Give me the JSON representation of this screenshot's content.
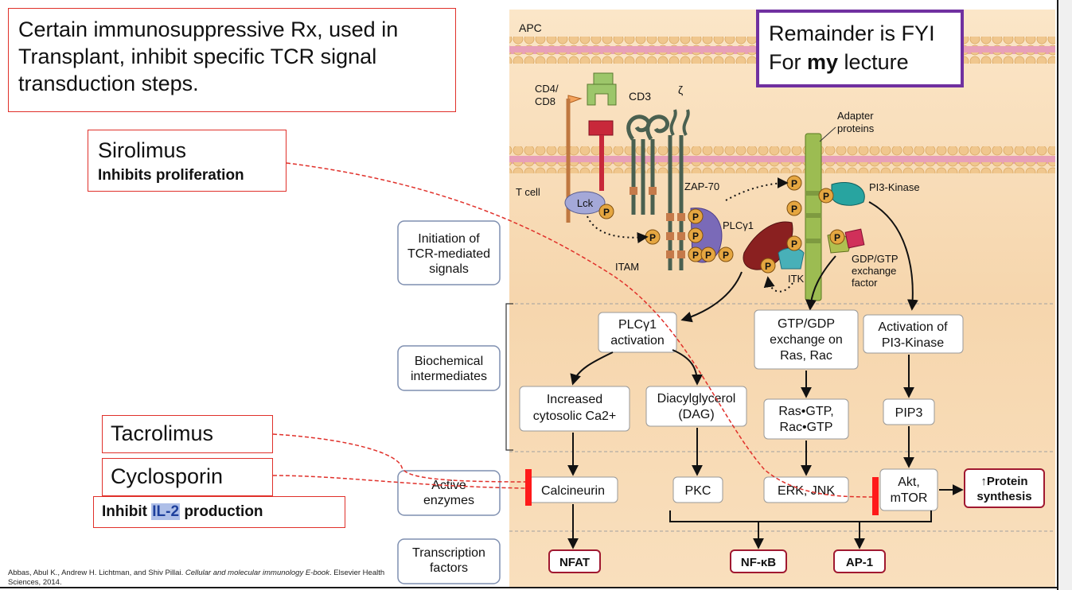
{
  "title_box": {
    "lines": [
      "Certain immunosuppressive Rx, used in",
      "Transplant, inhibit specific TCR signal",
      "transduction steps."
    ]
  },
  "fyi_box": {
    "line1": "Remainder is FYI",
    "line2_pre": "For ",
    "line2_bold": "my",
    "line2_post": " lecture"
  },
  "drugs": {
    "sirolimus": {
      "name": "Sirolimus",
      "effect": "Inhibits proliferation"
    },
    "tacrolimus": {
      "name": "Tacrolimus"
    },
    "cyclosporin": {
      "name": "Cyclosporin"
    },
    "shared_effect": {
      "pre": "Inhibit ",
      "highlight": "IL-2",
      "post": " production"
    }
  },
  "citation": {
    "authors": "Abbas, Abul K., Andrew H. Lichtman, and Shiv Pillai. ",
    "title": "Cellular and molecular immunology E-book",
    "publisher": ". Elsevier Health Sciences, 2014."
  },
  "stages": [
    {
      "lines": [
        "Initiation of",
        "TCR-mediated",
        "signals"
      ]
    },
    {
      "lines": [
        "Biochemical",
        "intermediates"
      ]
    },
    {
      "lines": [
        "Active",
        "enzymes"
      ]
    },
    {
      "lines": [
        "Transcription",
        "factors"
      ]
    }
  ],
  "membrane_labels": {
    "apc": "APC",
    "tcell": "T cell",
    "cd4cd8": [
      "CD4/",
      "CD8"
    ],
    "cd3": "CD3",
    "zeta": "ζ",
    "adapter": [
      "Adapter",
      "proteins"
    ],
    "zap70": "ZAP-70",
    "pi3k": "PI3-Kinase",
    "lck": "Lck",
    "plcg1": "PLCγ1",
    "itam": "ITAM",
    "itk": "ITK",
    "gdpgtp": [
      "GDP/GTP",
      "exchange",
      "factor"
    ],
    "p": "P"
  },
  "nodes": {
    "plc_act": [
      "PLCγ1",
      "activation"
    ],
    "gtp_exch": [
      "GTP/GDP",
      "exchange on",
      "Ras, Rac"
    ],
    "pi3k_act": [
      "Activation of",
      "PI3-Kinase"
    ],
    "ca": [
      "Increased",
      "cytosolic Ca2+"
    ],
    "dag": [
      "Diacylglycerol",
      "(DAG)"
    ],
    "rasgtp": [
      "Ras•GTP,",
      "Rac•GTP"
    ],
    "pip3": "PIP3",
    "calcineurin": "Calcineurin",
    "pkc": "PKC",
    "erkjnk": "ERK, JNK",
    "akt": [
      "Akt,",
      "mTOR"
    ],
    "protein_synth": [
      "↑Protein",
      "synthesis"
    ],
    "nfat": "NFAT",
    "nfkb": "NF-κB",
    "ap1": "AP-1"
  },
  "colors": {
    "drug_box_border": "#e0302a",
    "fyi_border": "#7030a0",
    "inhibition_bar": "#ff1a1a",
    "transcription_border": "#a01830",
    "cell_background": "#f8dcb4",
    "membrane_pink": "#e8a0b8"
  }
}
